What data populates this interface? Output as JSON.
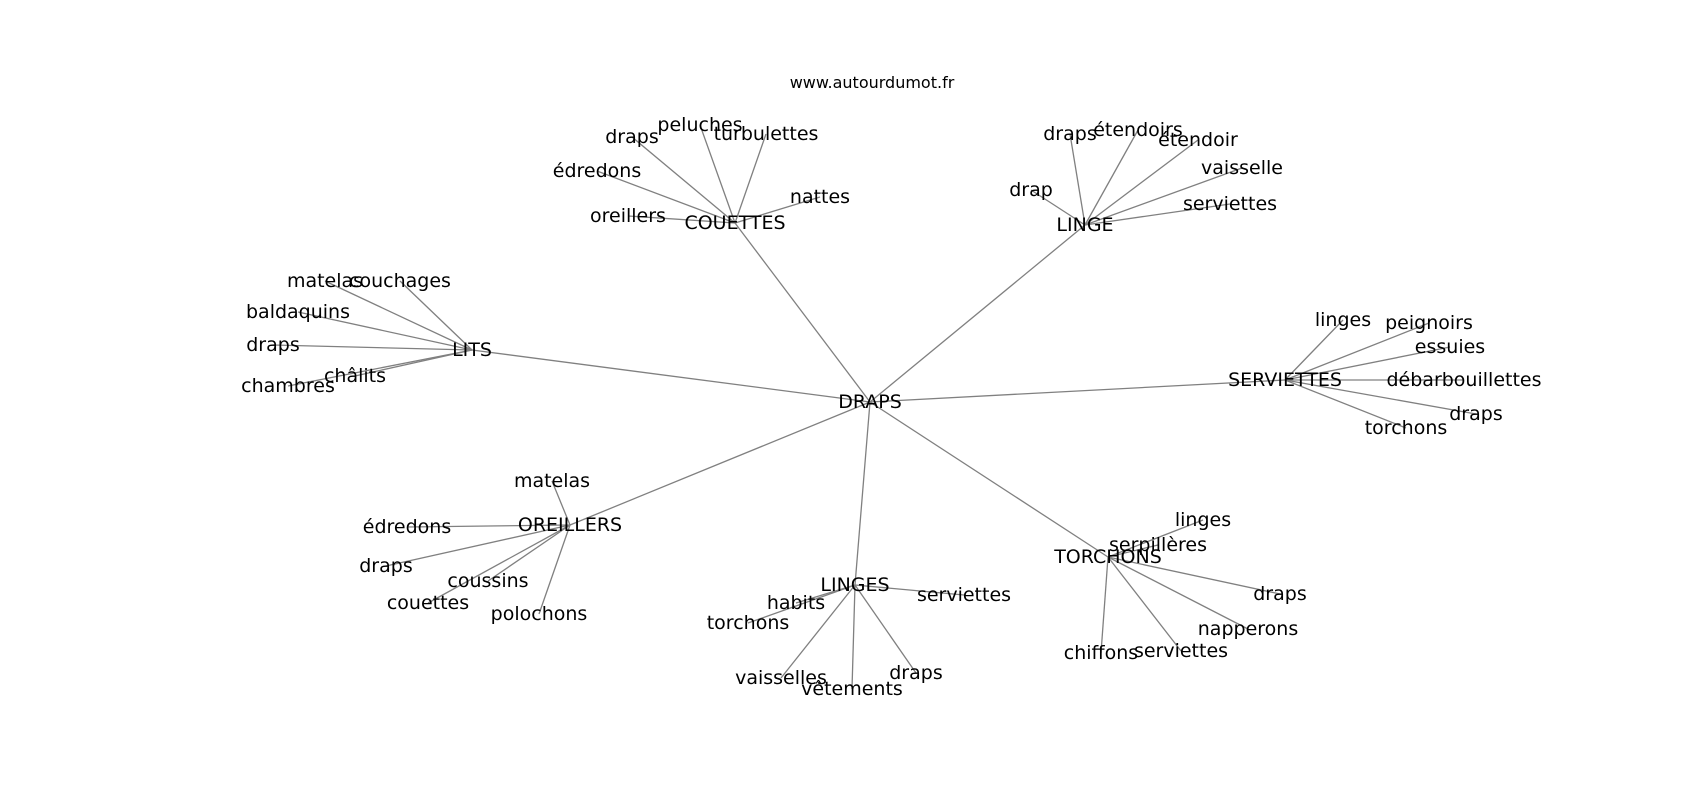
{
  "watermark": "www.autourdumot.fr",
  "colors": {
    "edge": "#808080",
    "text": "#000000",
    "background": "#ffffff"
  },
  "graph": {
    "center": "DRAPS",
    "branches": [
      {
        "hub": "COUETTES",
        "leaves": [
          "draps",
          "peluches",
          "turbulettes",
          "édredons",
          "nattes",
          "oreillers"
        ]
      },
      {
        "hub": "LINGE",
        "leaves": [
          "draps",
          "étendoirs",
          "étendoir",
          "vaisselle",
          "drap",
          "serviettes"
        ]
      },
      {
        "hub": "LITS",
        "leaves": [
          "matelas",
          "couchages",
          "baldaquins",
          "draps",
          "châlits",
          "chambres"
        ]
      },
      {
        "hub": "SERVIETTES",
        "leaves": [
          "linges",
          "peignoirs",
          "essuies",
          "débarbouillettes",
          "draps",
          "torchons"
        ]
      },
      {
        "hub": "OREILLERS",
        "leaves": [
          "matelas",
          "édredons",
          "draps",
          "coussins",
          "couettes",
          "polochons"
        ]
      },
      {
        "hub": "LINGES",
        "leaves": [
          "habits",
          "torchons",
          "serviettes",
          "vaisselles",
          "vêtements",
          "draps"
        ]
      },
      {
        "hub": "TORCHONS",
        "leaves": [
          "linges",
          "serpillères",
          "draps",
          "napperons",
          "chiffons",
          "serviettes"
        ]
      }
    ]
  }
}
